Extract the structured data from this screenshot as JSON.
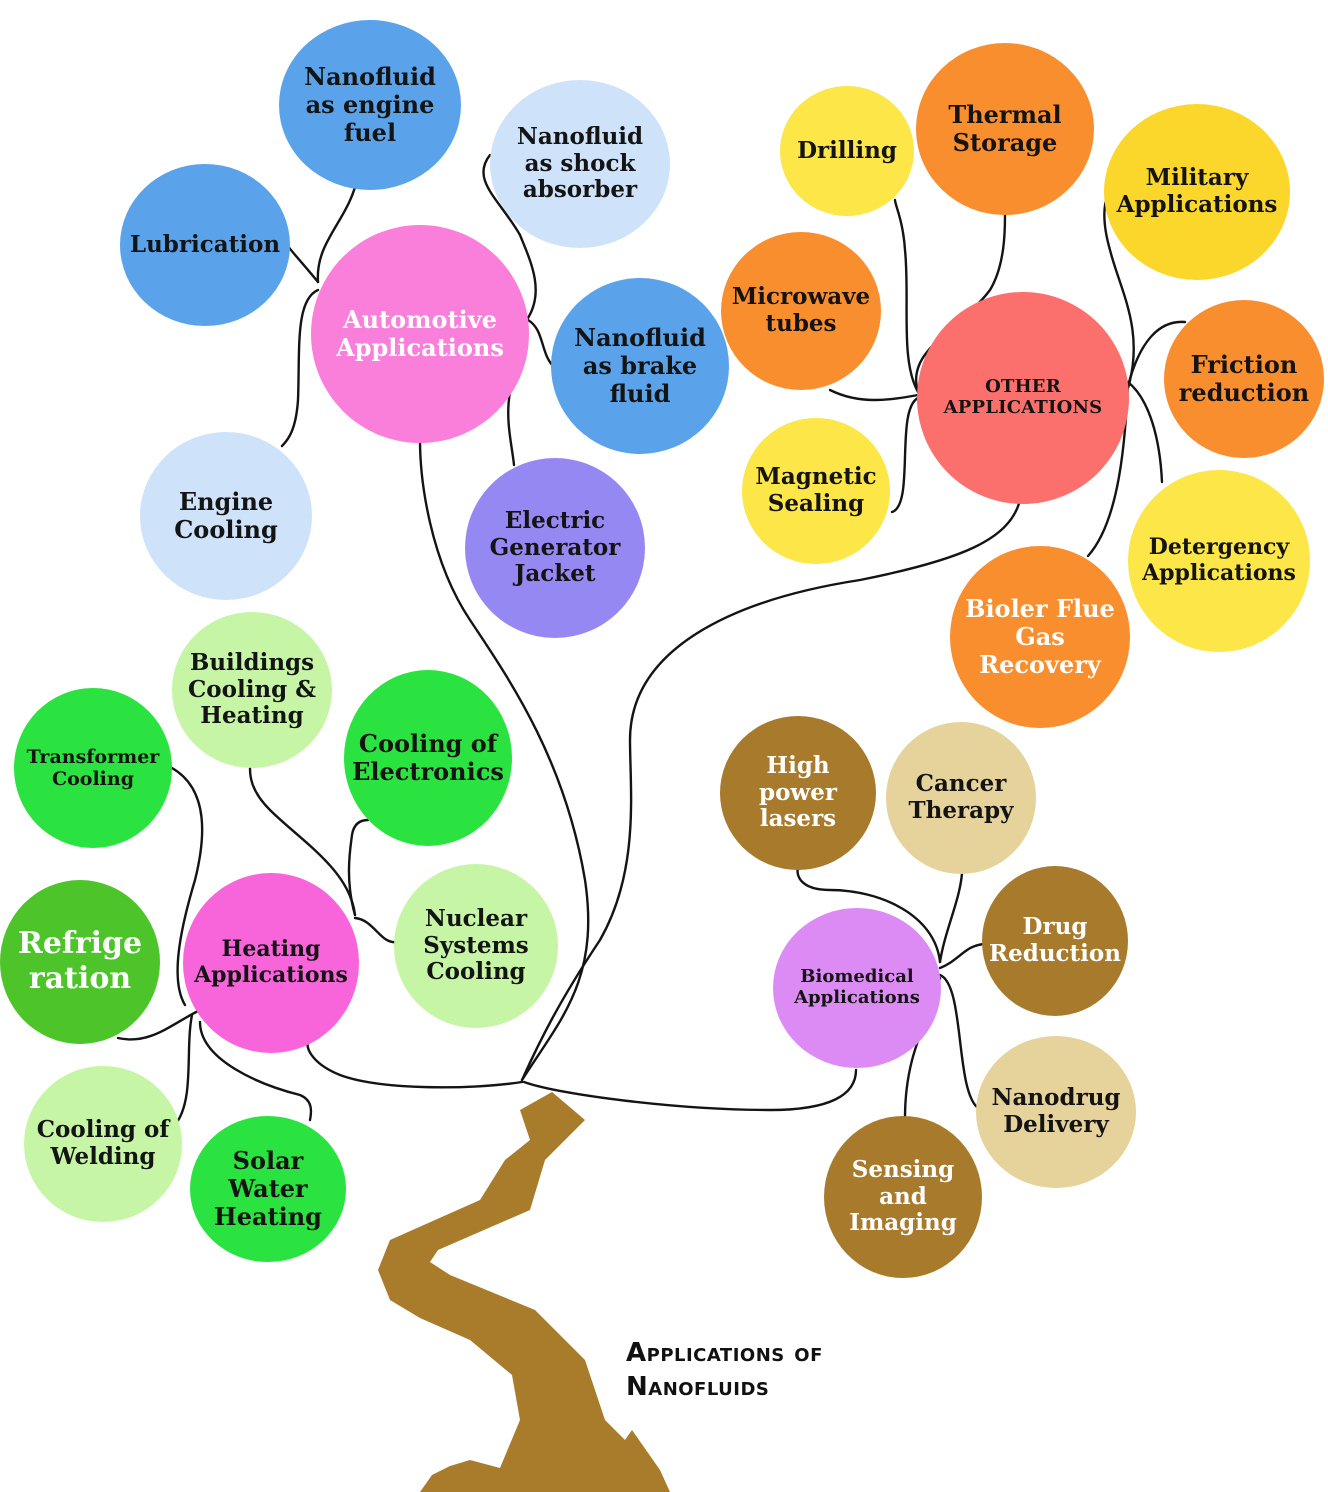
{
  "title": {
    "line1": "Applications of",
    "line2": "Nanofluids"
  },
  "colors": {
    "trunk": "#A87C2B",
    "branch": "#141414",
    "automotive_hub": "#F97FDB",
    "automotive_blue": "#5AA3EA",
    "automotive_lightblue": "#CEE2FA",
    "electric_generator": "#9688F2",
    "other_hub": "#FB6F6C",
    "other_orange": "#F98E2F",
    "other_yellow": "#FBD72B",
    "other_lightyellow": "#FCE648",
    "heating_hub": "#F864D9",
    "heating_green": "#2BE340",
    "heating_darkgreen": "#4CC42A",
    "heating_lightgreen": "#C6F5A6",
    "biomedical_hub": "#DD8BF4",
    "biomedical_brown": "#A87A2B",
    "biomedical_tan": "#E6D39B"
  },
  "groups": {
    "automotive": {
      "hub": "Automotive\nApplications",
      "items": [
        "Nanofluid\nas engine\nfuel",
        "Lubrication",
        "Nanofluid\nas shock\nabsorber",
        "Nanofluid\nas brake\nfluid",
        "Engine\nCooling",
        "Electric\nGenerator\nJacket"
      ]
    },
    "other": {
      "hub": "OTHER\nAPPLICATIONS",
      "items": [
        "Drilling",
        "Thermal\nStorage",
        "Military\nApplications",
        "Microwave\ntubes",
        "Friction\nreduction",
        "Magnetic\nSealing",
        "Detergency\nApplications",
        "Bioler Flue\nGas\nRecovery"
      ]
    },
    "heating": {
      "hub": "Heating\nApplications",
      "items": [
        "Buildings\nCooling &\nHeating",
        "Transformer\nCooling",
        "Cooling of\nElectronics",
        "Refrige\nration",
        "Nuclear\nSystems\nCooling",
        "Cooling of\nWelding",
        "Solar\nWater\nHeating"
      ]
    },
    "biomedical": {
      "hub": "Biomedical\nApplications",
      "items": [
        "High\npower\nlasers",
        "Cancer\nTherapy",
        "Drug\nReduction",
        "Nanodrug\nDelivery",
        "Sensing\nand\nImaging"
      ]
    }
  }
}
